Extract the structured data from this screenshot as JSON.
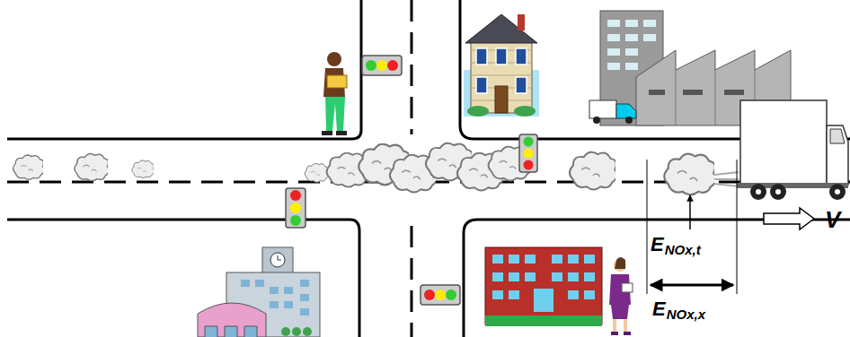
{
  "diagram": {
    "labels": [
      "V",
      "E",
      "NOx,t",
      "E",
      "NOx,x"
    ]
  }
}
